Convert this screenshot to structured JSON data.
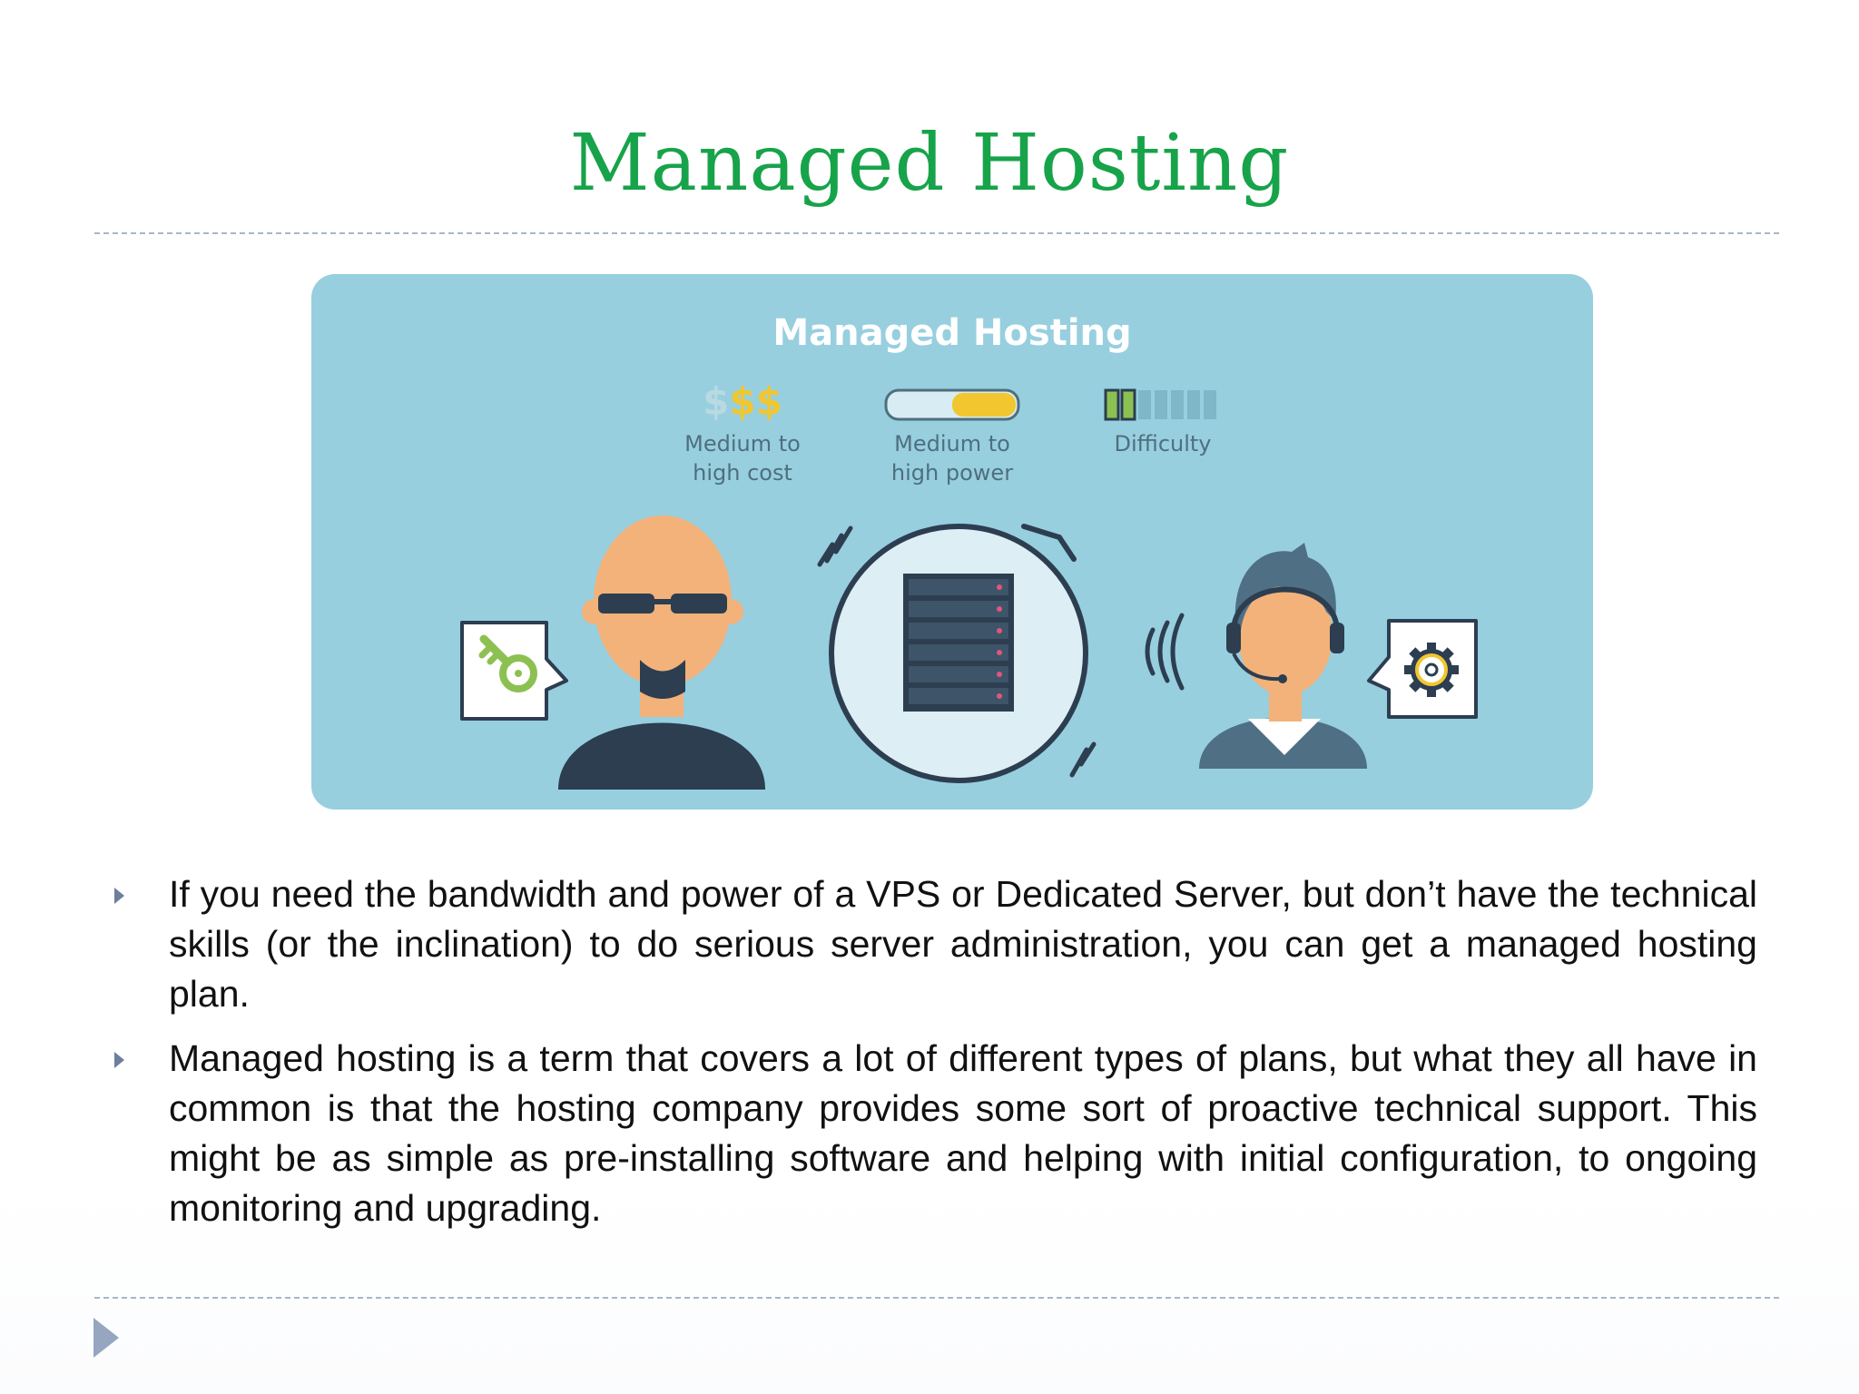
{
  "slide": {
    "title": "Managed Hosting"
  },
  "illustration": {
    "title": "Managed Hosting",
    "cost_symbol": "$$$",
    "cost_label_line1": "Medium to",
    "cost_label_line2": "high cost",
    "power_label_line1": "Medium to",
    "power_label_line2": "high power",
    "power_level": 0.5,
    "difficulty_label": "Difficulty",
    "difficulty_level": 2,
    "difficulty_max": 7,
    "colors": {
      "panel_bg": "#97cfdf",
      "skin": "#f2b27a",
      "dark": "#2c3e50",
      "accent_yellow": "#f2c62f",
      "accent_green": "#8cc152",
      "title_text": "#ffffff",
      "label_text": "#4f6f7e"
    },
    "icons": [
      "key-icon",
      "gear-icon",
      "server-icon",
      "headset-icon"
    ]
  },
  "bullets": [
    "If you need the bandwidth and power of a VPS or Dedicated Server, but don’t have the technical skills (or the inclination) to do serious server administration, you can get a managed hosting plan.",
    "Managed hosting is a term that covers a lot of different types of plans, but what they all have in common is that the hosting company provides some sort of proactive technical support. This might be as simple as pre-installing software and helping with initial configuration, to ongoing monitoring and upgrading."
  ]
}
